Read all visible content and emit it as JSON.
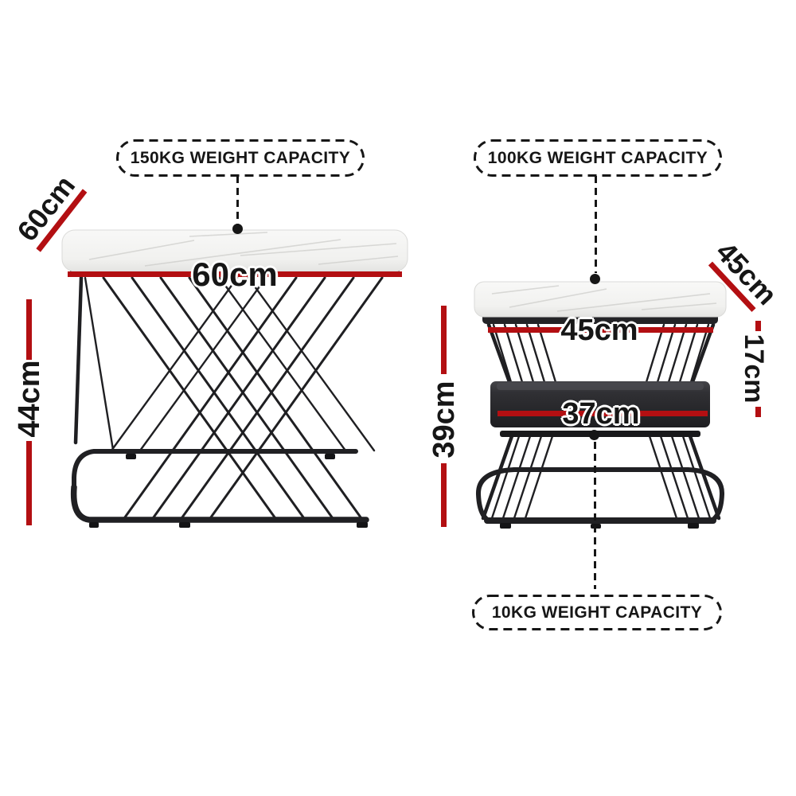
{
  "page": {
    "background": "#ffffff"
  },
  "colors": {
    "accent_red": "#b30f12",
    "ink": "#161616",
    "frame": "#1f1f22",
    "marble": "#f4f4f3",
    "shelf": "#2c2c2f"
  },
  "large_table": {
    "capacity_badge": "150KG WEIGHT CAPACITY",
    "width": "60cm",
    "depth": "60cm",
    "height": "44cm"
  },
  "small_table": {
    "capacity_badge": "100KG WEIGHT CAPACITY",
    "shelf_capacity_badge": "10KG WEIGHT CAPACITY",
    "width": "45cm",
    "depth": "45cm",
    "height": "39cm",
    "top_to_shelf": "17cm",
    "shelf_width": "37cm"
  }
}
